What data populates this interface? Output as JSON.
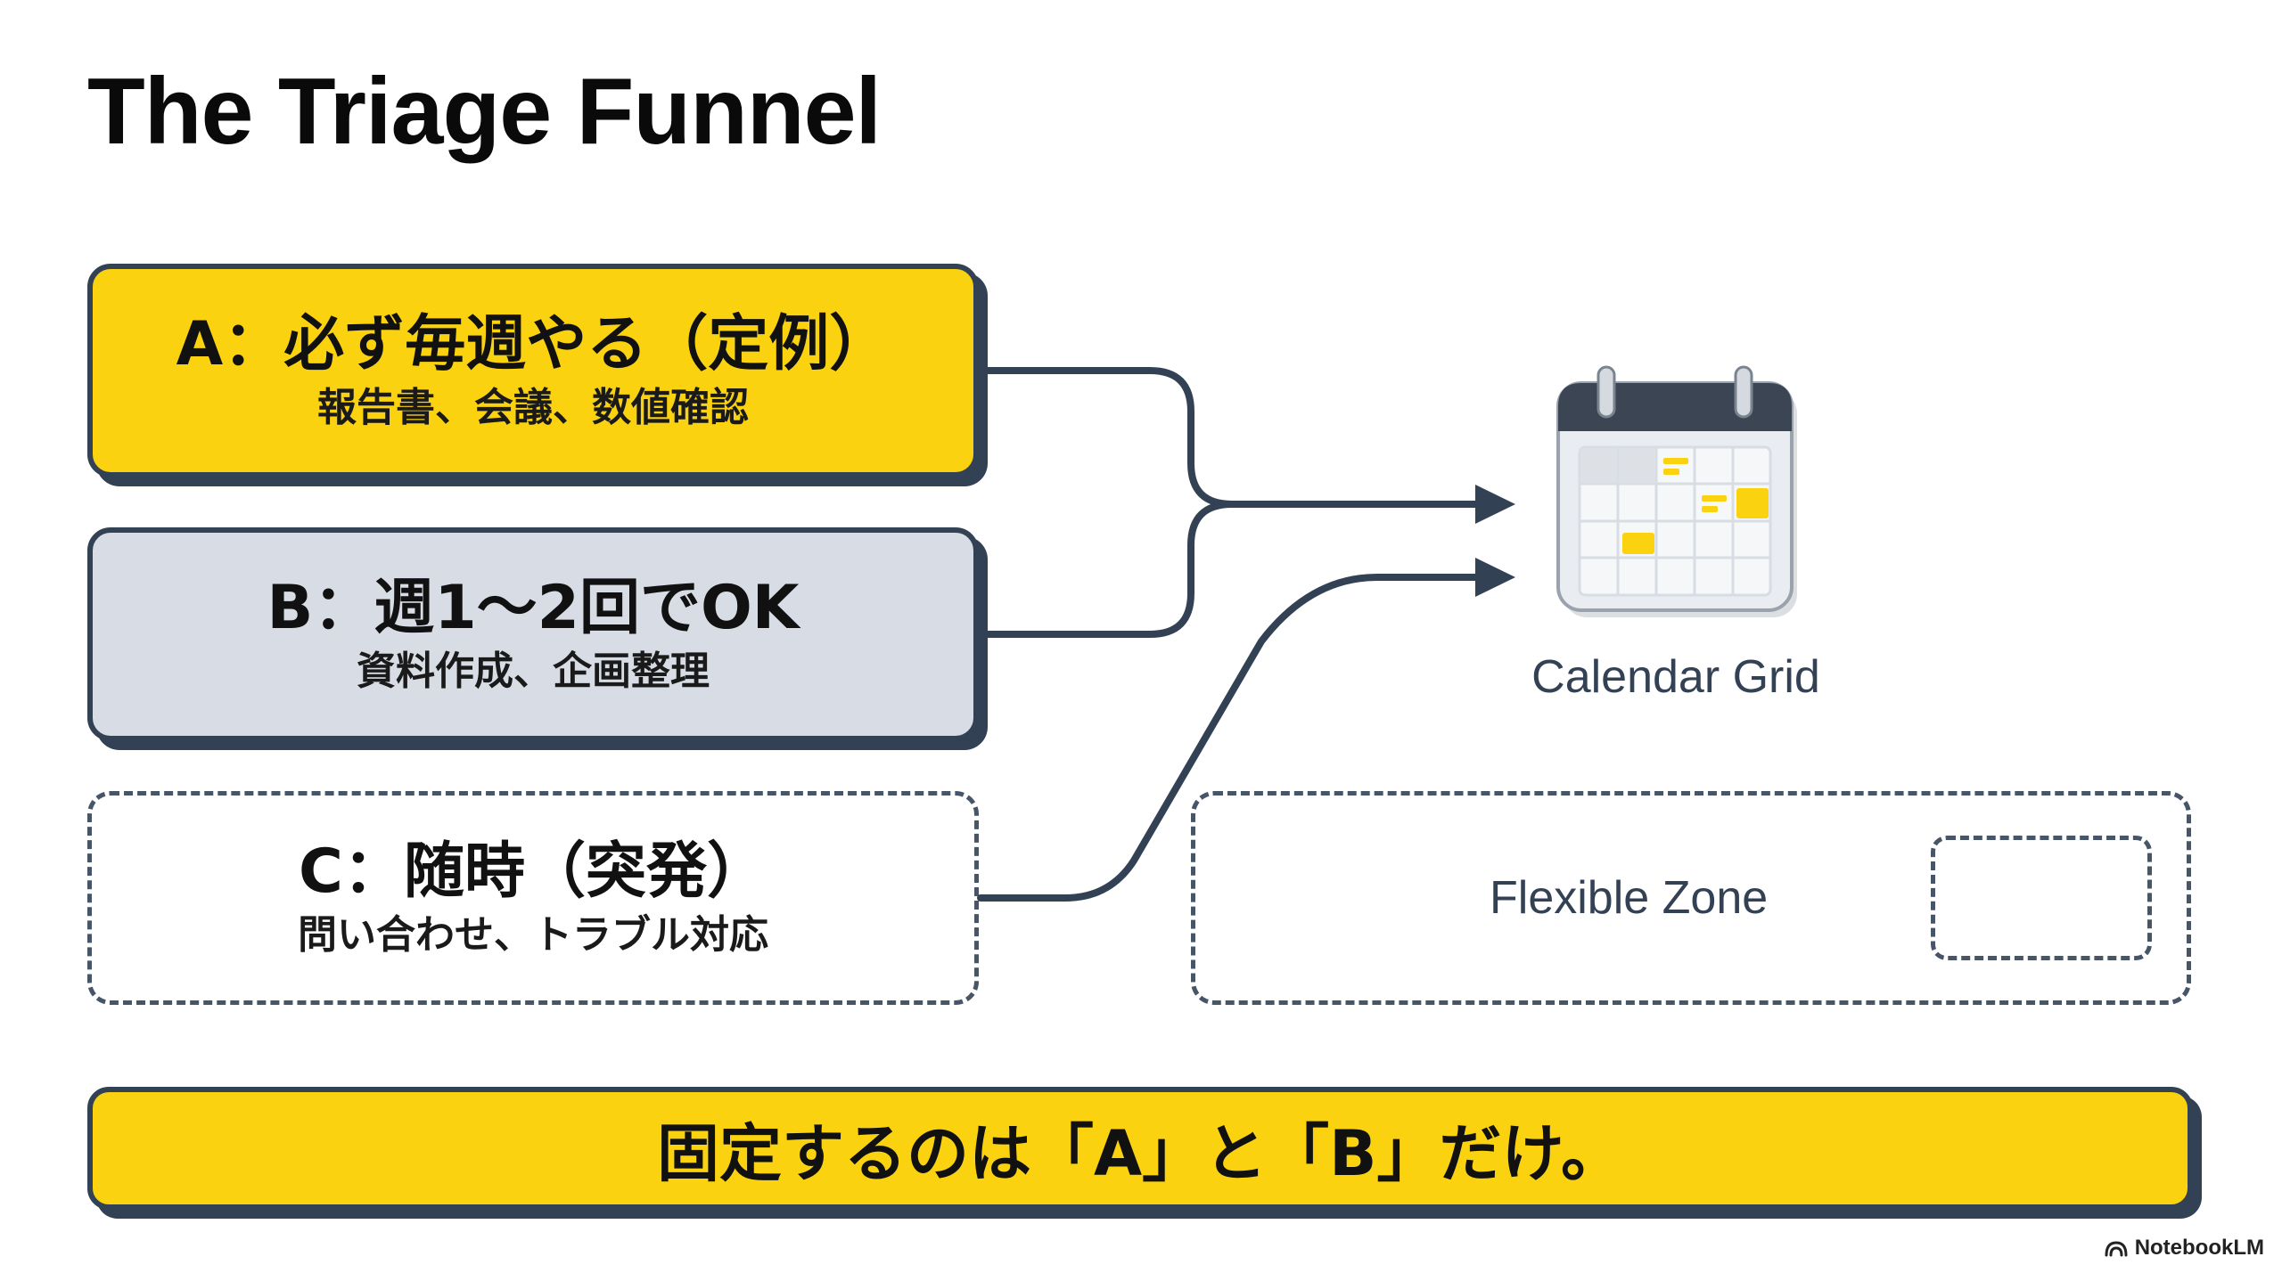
{
  "title": "The Triage Funnel",
  "categories": [
    {
      "title": "A：必ず毎週やる（定例）",
      "subtitle": "報告書、会議、数値確認"
    },
    {
      "title": "B：週1〜2回でOK",
      "subtitle": "資料作成、企画整理"
    },
    {
      "title": "C：随時（突発）",
      "subtitle": "問い合わせ、トラブル対応"
    }
  ],
  "calendar": {
    "label": "Calendar Grid",
    "icon": "calendar-icon"
  },
  "flexible_zone": {
    "label": "Flexible Zone"
  },
  "banner": {
    "text": "固定するのは「A」と「B」だけ。"
  },
  "brand": {
    "name": "NotebookLM",
    "icon": "notebooklm-logo-icon"
  },
  "colors": {
    "accent_yellow": "#fad210",
    "slate": "#334155",
    "light_gray": "#d7dce5",
    "dashed_border": "#475569"
  }
}
